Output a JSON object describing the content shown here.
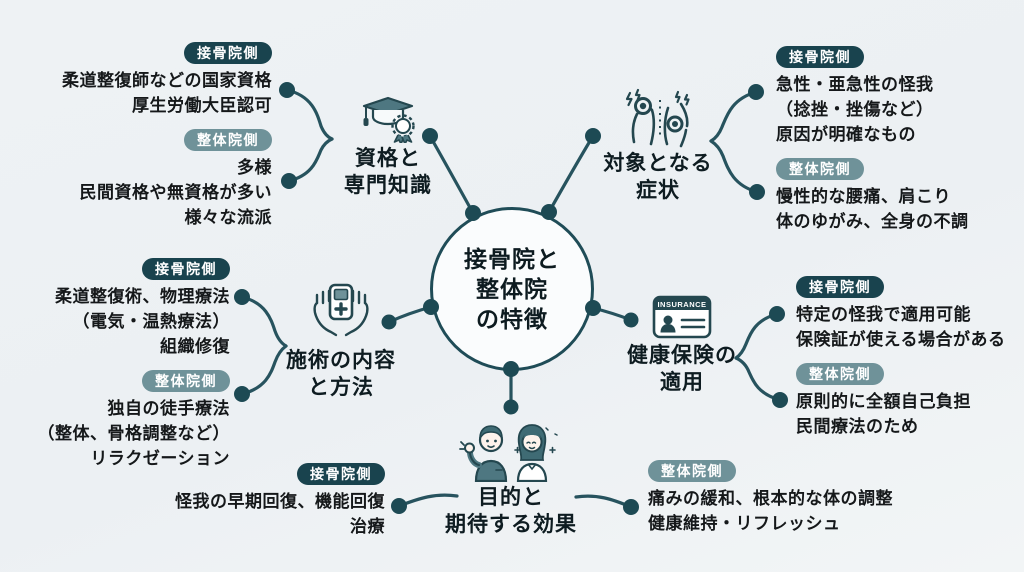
{
  "center": {
    "line1": "接骨院と",
    "line2": "整体院",
    "line3": "の特徴"
  },
  "labels": {
    "sekkotsu_side": "接骨院側",
    "seitai_side": "整体院側"
  },
  "branches": {
    "qualifications": {
      "title1": "資格と",
      "title2": "専門知識",
      "sekkotsu": [
        "柔道整復師などの国家資格",
        "厚生労働大臣認可"
      ],
      "seitai": [
        "多様",
        "民間資格や無資格が多い",
        "様々な流派"
      ]
    },
    "symptoms": {
      "title1": "対象となる",
      "title2": "症状",
      "sekkotsu": [
        "急性・亜急性の怪我",
        "（捻挫・挫傷など）",
        "原因が明確なもの"
      ],
      "seitai": [
        "慢性的な腰痛、肩こり",
        "体のゆがみ、全身の不調"
      ]
    },
    "treatment": {
      "title1": "施術の内容",
      "title2": "と方法",
      "sekkotsu": [
        "柔道整復術、物理療法",
        "（電気・温熱療法）",
        "組織修復"
      ],
      "seitai": [
        "独自の徒手療法",
        "（整体、骨格調整など）",
        "リラクゼーション"
      ]
    },
    "insurance": {
      "title1": "健康保険の",
      "title2": "適用",
      "card_label": "INSURANCE",
      "sekkotsu": [
        "特定の怪我で適用可能",
        "保険証が使える場合がある"
      ],
      "seitai": [
        "原則的に全額自己負担",
        "民間療法のため"
      ]
    },
    "purpose": {
      "title1": "目的と",
      "title2": "期待する効果",
      "sekkotsu": [
        "怪我の早期回復、機能回復",
        "治療"
      ],
      "seitai": [
        "痛みの緩和、根本的な体の調整",
        "健康維持・リフレッシュ"
      ]
    }
  },
  "icons": {
    "qualifications": "graduation-cap",
    "symptoms": "body-pain",
    "treatment": "hands-care-device",
    "insurance": "insurance-card",
    "purpose": "happy-people"
  },
  "colors": {
    "background": "#eef2f4",
    "line": "#27535e",
    "badge_dark": "#19434e",
    "badge_light": "#6f9299",
    "teal_fill": "#4e7781",
    "text": "#15181a"
  }
}
